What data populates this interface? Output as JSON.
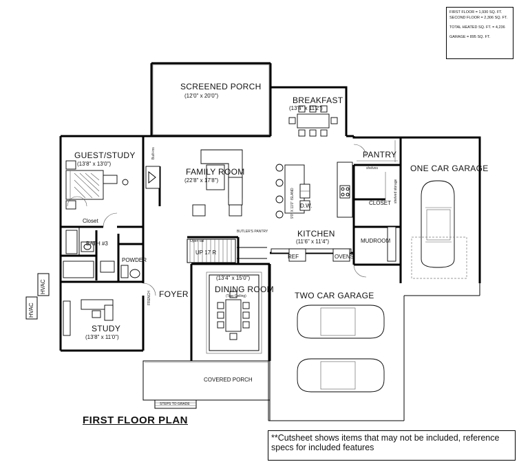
{
  "sqft": {
    "first_floor": "FIRST FLOOR = 1,930 SQ. FT.",
    "second_floor": "SECOND FLOOR = 2,306 SQ. FT.",
    "total": "TOTAL HEATED SQ. FT. = 4,236",
    "garage": "GARAGE = 895 SQ. FT."
  },
  "rooms": {
    "screened_porch": {
      "name": "SCREENED PORCH",
      "size": "(12'0\" x 20'0\")"
    },
    "breakfast": {
      "name": "BREAKFAST",
      "size": "(13'4\" x 11'2\")"
    },
    "guest_study": {
      "name": "GUEST/STUDY",
      "size": "(13'8\" x 13'0\")"
    },
    "family_room": {
      "name": "FAMILY ROOM",
      "size": "(22'8\" x 17'8\")"
    },
    "pantry": {
      "name": "PANTRY"
    },
    "one_car_garage": {
      "name": "ONE CAR GARAGE"
    },
    "closet": {
      "name": "CLOSET"
    },
    "bath": {
      "name": "BATH #3"
    },
    "kitchen": {
      "name": "KITCHEN",
      "size": "(11'6\" x 11'4\")"
    },
    "mudroom": {
      "name": "MUDROOM"
    },
    "powder": {
      "name": "POWDER"
    },
    "up": {
      "name": "UP 17 R"
    },
    "dining_room": {
      "name": "DINING ROOM",
      "size": "(13'4\" x 15'0\")",
      "note": "(Tray Ceiling)"
    },
    "foyer": {
      "name": "FOYER"
    },
    "two_car_garage": {
      "name": "TWO CAR GARAGE"
    },
    "study": {
      "name": "STUDY",
      "size": "(13'8\" x 11'0\")"
    },
    "covered_porch": {
      "name": "COVERED PORCH"
    }
  },
  "labels": {
    "hvac1": "HVAC",
    "hvac2": "HVAC",
    "island": "9'0\" X 11'0\" ISLAND",
    "dw": "D.W.",
    "ref": "REF",
    "ovens": "OVENS",
    "closet_small": "Closet",
    "french": "FRENCH",
    "shelves": "shelves",
    "storage": "shelved storage",
    "steps": "STEPS TO GRADE",
    "open_rail": "Open rail",
    "butler": "BUTLER'S PANTRY",
    "fireplace_wall": "Built-ins"
  },
  "footer": {
    "title": "FIRST FLOOR PLAN",
    "disclaimer": "**Cutsheet shows items that may not be included, reference specs for included features"
  }
}
